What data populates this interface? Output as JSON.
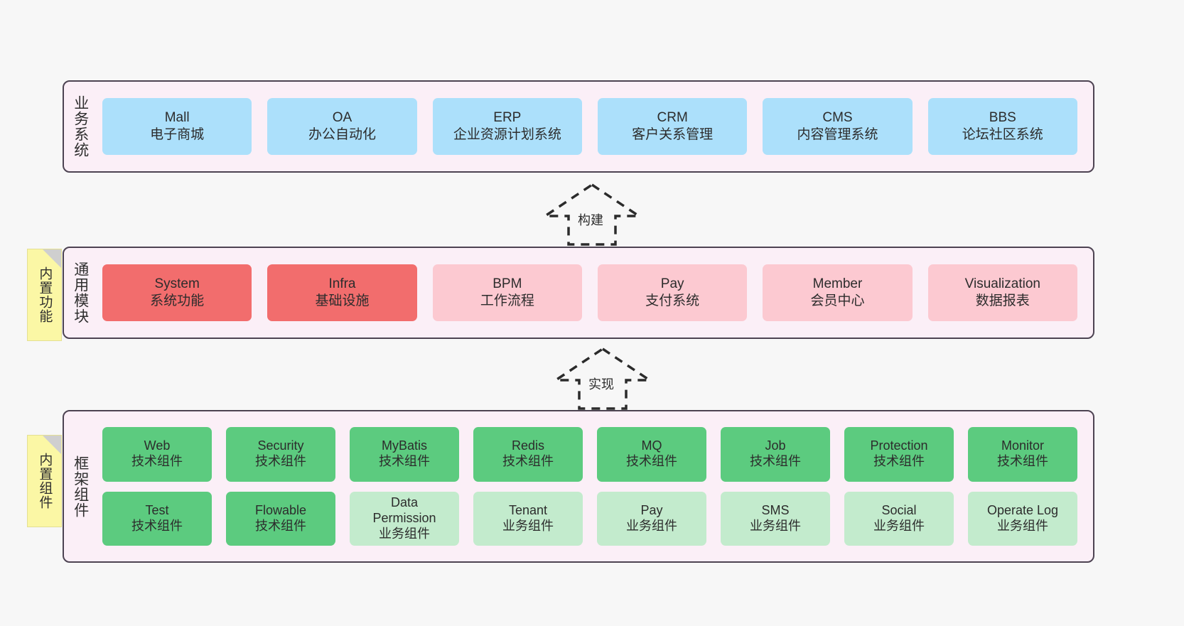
{
  "diagram": {
    "background_color": "#f7f7f7",
    "panel_fill": "#fbeff7",
    "panel_border": "#4d4352"
  },
  "layers": {
    "business": {
      "title": "业务系统",
      "box_color": "#ace0fb",
      "items": [
        {
          "name": "Mall",
          "desc": "电子商城"
        },
        {
          "name": "OA",
          "desc": "办公自动化"
        },
        {
          "name": "ERP",
          "desc": "企业资源计划系统"
        },
        {
          "name": "CRM",
          "desc": "客户关系管理"
        },
        {
          "name": "CMS",
          "desc": "内容管理系统"
        },
        {
          "name": "BBS",
          "desc": "论坛社区系统"
        }
      ]
    },
    "common": {
      "title": "通用模块",
      "note": "内置功能",
      "highlight_color": "#f26d6d",
      "box_color": "#fcc9d1",
      "items": [
        {
          "name": "System",
          "desc": "系统功能",
          "highlight": true
        },
        {
          "name": "Infra",
          "desc": "基础设施",
          "highlight": true
        },
        {
          "name": "BPM",
          "desc": "工作流程",
          "highlight": false
        },
        {
          "name": "Pay",
          "desc": "支付系统",
          "highlight": false
        },
        {
          "name": "Member",
          "desc": "会员中心",
          "highlight": false
        },
        {
          "name": "Visualization",
          "desc": "数据报表",
          "highlight": false
        }
      ]
    },
    "framework": {
      "title": "框架组件",
      "note": "内置组件",
      "tech_color": "#5ccb7f",
      "biz_color": "#c3ebcd",
      "row1": [
        {
          "name": "Web",
          "desc": "技术组件"
        },
        {
          "name": "Security",
          "desc": "技术组件"
        },
        {
          "name": "MyBatis",
          "desc": "技术组件"
        },
        {
          "name": "Redis",
          "desc": "技术组件"
        },
        {
          "name": "MQ",
          "desc": "技术组件"
        },
        {
          "name": "Job",
          "desc": "技术组件"
        },
        {
          "name": "Protection",
          "desc": "技术组件"
        },
        {
          "name": "Monitor",
          "desc": "技术组件"
        }
      ],
      "row2": [
        {
          "name": "Test",
          "desc": "技术组件"
        },
        {
          "name": "Flowable",
          "desc": "技术组件"
        },
        {
          "name": "Data",
          "name2": "Permission",
          "desc": "业务组件"
        },
        {
          "name": "Tenant",
          "desc": "业务组件"
        },
        {
          "name": "Pay",
          "desc": "业务组件"
        },
        {
          "name": "SMS",
          "desc": "业务组件"
        },
        {
          "name": "Social",
          "desc": "业务组件"
        },
        {
          "name": "Operate Log",
          "desc": "业务组件"
        }
      ]
    }
  },
  "arrows": [
    {
      "label": "构建",
      "from": "common",
      "to": "business"
    },
    {
      "label": "实现",
      "from": "framework",
      "to": "common"
    }
  ]
}
